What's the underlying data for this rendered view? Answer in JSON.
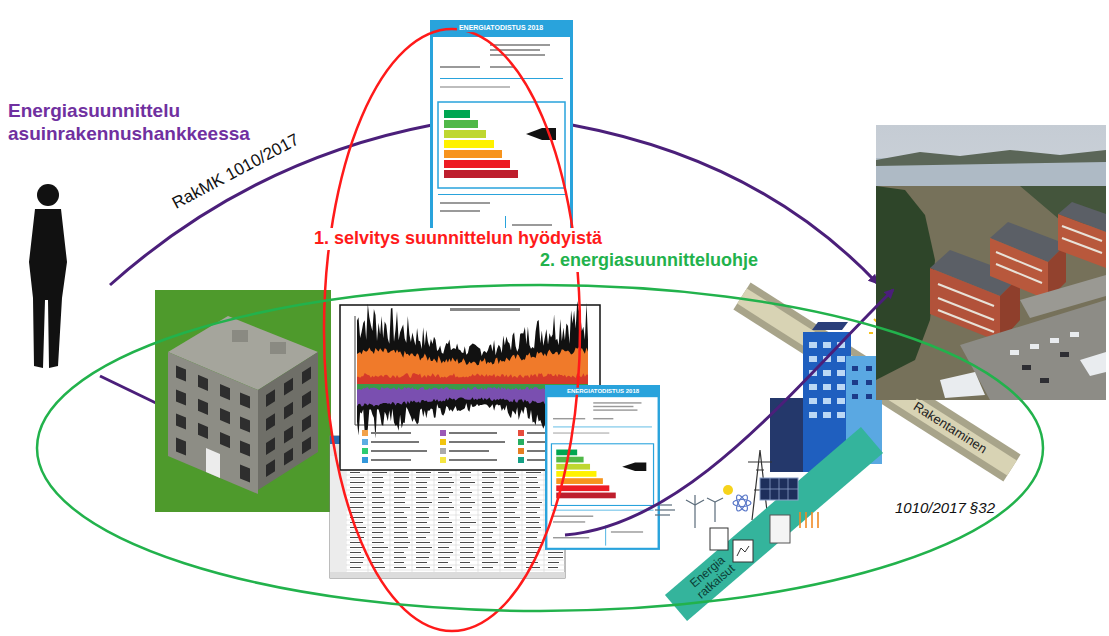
{
  "diagram": {
    "title": "Energiasuunnittelu asuinrakennushankkeessa",
    "nodes": [
      {
        "text": [
          "1. selvitys suunnittelun hyödyistä"
        ]
      },
      {
        "text": [
          "2. energiasuunnitteluohje"
        ]
      }
    ],
    "labels": [
      "RakMK 1010/2017",
      "ENERGIATODISTUS 2018",
      "ENERGIATODISTUS 2018",
      "1010/2017 §32",
      "Rakentaminen",
      "Energia ratkaisut"
    ]
  }
}
